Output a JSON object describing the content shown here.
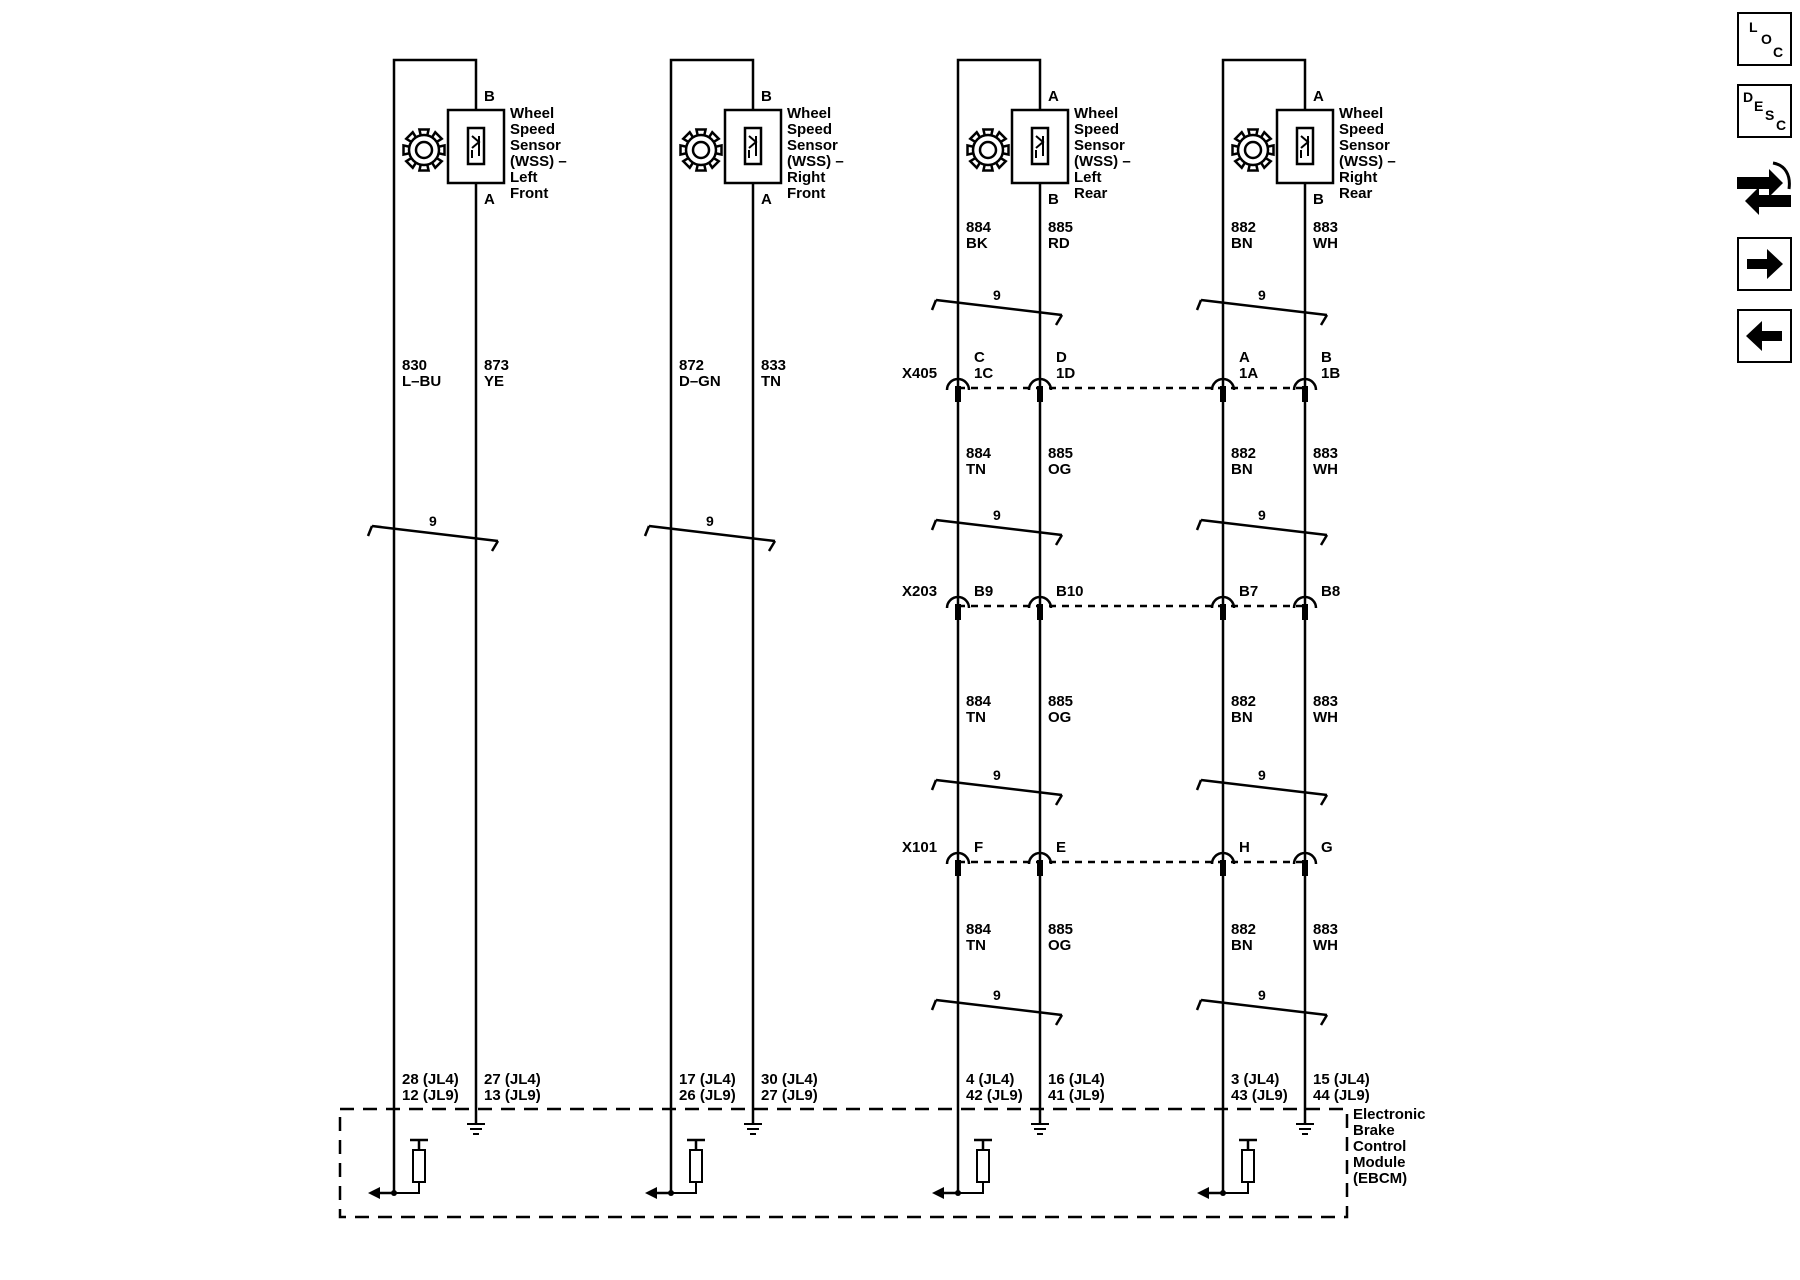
{
  "columns": [
    {
      "id": "lf",
      "sensor": {
        "top_pin": "B",
        "bottom_pin": "A",
        "label": [
          "Wheel",
          "Speed",
          "Sensor",
          "(WSS) –",
          "Left",
          "Front"
        ]
      },
      "wires": [
        {
          "circuit": "830",
          "color": "L–BU"
        },
        {
          "circuit": "873",
          "color": "YE"
        }
      ],
      "slash_count": "9",
      "ebcm_pins": [
        [
          "28 (JL4)",
          "12 (JL9)"
        ],
        [
          "27 (JL4)",
          "13 (JL9)"
        ]
      ]
    },
    {
      "id": "rf",
      "sensor": {
        "top_pin": "B",
        "bottom_pin": "A",
        "label": [
          "Wheel",
          "Speed",
          "Sensor",
          "(WSS) –",
          "Right",
          "Front"
        ]
      },
      "wires": [
        {
          "circuit": "872",
          "color": "D–GN"
        },
        {
          "circuit": "833",
          "color": "TN"
        }
      ],
      "slash_count": "9",
      "ebcm_pins": [
        [
          "17 (JL4)",
          "26 (JL9)"
        ],
        [
          "30 (JL4)",
          "27 (JL9)"
        ]
      ]
    },
    {
      "id": "lr",
      "sensor": {
        "top_pin": "A",
        "bottom_pin": "B",
        "label": [
          "Wheel",
          "Speed",
          "Sensor",
          "(WSS) –",
          "Left",
          "Rear"
        ]
      },
      "segments": [
        [
          {
            "circuit": "884",
            "color": "BK"
          },
          {
            "circuit": "885",
            "color": "RD"
          }
        ],
        [
          {
            "circuit": "884",
            "color": "TN"
          },
          {
            "circuit": "885",
            "color": "OG"
          }
        ],
        [
          {
            "circuit": "884",
            "color": "TN"
          },
          {
            "circuit": "885",
            "color": "OG"
          }
        ],
        [
          {
            "circuit": "884",
            "color": "TN"
          },
          {
            "circuit": "885",
            "color": "OG"
          }
        ]
      ],
      "slash_count": "9",
      "ebcm_pins": [
        [
          "4 (JL4)",
          "42 (JL9)"
        ],
        [
          "16 (JL4)",
          "41 (JL9)"
        ]
      ]
    },
    {
      "id": "rr",
      "sensor": {
        "top_pin": "A",
        "bottom_pin": "B",
        "label": [
          "Wheel",
          "Speed",
          "Sensor",
          "(WSS) –",
          "Right",
          "Rear"
        ]
      },
      "segments": [
        [
          {
            "circuit": "882",
            "color": "BN"
          },
          {
            "circuit": "883",
            "color": "WH"
          }
        ],
        [
          {
            "circuit": "882",
            "color": "BN"
          },
          {
            "circuit": "883",
            "color": "WH"
          }
        ],
        [
          {
            "circuit": "882",
            "color": "BN"
          },
          {
            "circuit": "883",
            "color": "WH"
          }
        ],
        [
          {
            "circuit": "882",
            "color": "BN"
          },
          {
            "circuit": "883",
            "color": "WH"
          }
        ]
      ],
      "slash_count": "9",
      "ebcm_pins": [
        [
          "3 (JL4)",
          "43 (JL9)"
        ],
        [
          "15 (JL4)",
          "44 (JL9)"
        ]
      ]
    }
  ],
  "connectors": [
    {
      "name": "X405",
      "pins": [
        [
          "C",
          "1C"
        ],
        [
          "D",
          "1D"
        ],
        [
          "A",
          "1A"
        ],
        [
          "B",
          "1B"
        ]
      ]
    },
    {
      "name": "X203",
      "pins": [
        [
          "B9"
        ],
        [
          "B10"
        ],
        [
          "B7"
        ],
        [
          "B8"
        ]
      ]
    },
    {
      "name": "X101",
      "pins": [
        [
          "F"
        ],
        [
          "E"
        ],
        [
          "H"
        ],
        [
          "G"
        ]
      ]
    }
  ],
  "ebcm_label": [
    "Electronic",
    "Brake",
    "Control",
    "Module",
    "(EBCM)"
  ],
  "nav": {
    "loc": {
      "letters": [
        "L",
        "O",
        "C"
      ]
    },
    "desc": {
      "letters": [
        "D",
        "E",
        "S",
        "C"
      ]
    },
    "icons": [
      "connector-swap-icon",
      "arrow-right-icon",
      "arrow-left-icon"
    ]
  }
}
